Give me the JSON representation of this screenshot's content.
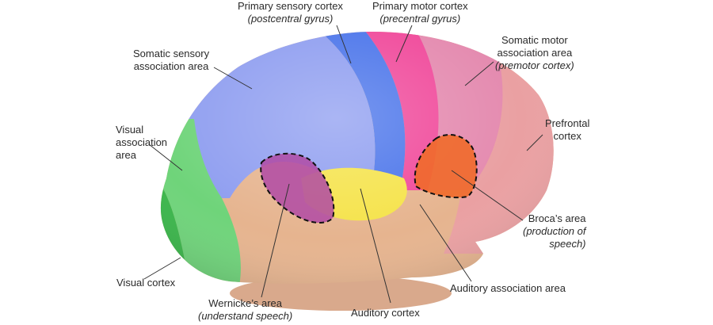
{
  "labels": {
    "primary_sensory": {
      "line1": "Primary sensory cortex",
      "line2": "(postcentral gyrus)"
    },
    "primary_motor": {
      "line1": "Primary motor cortex",
      "line2": "(precentral gyrus)"
    },
    "somatic_sensory_assoc": {
      "line1": "Somatic sensory",
      "line2": "association area"
    },
    "somatic_motor_assoc": {
      "line1": "Somatic motor",
      "line2": "association area",
      "line3": "(premotor cortex)"
    },
    "prefrontal": {
      "line1": "Prefrontal",
      "line2": "cortex"
    },
    "visual_assoc": {
      "line1": "Visual",
      "line2": "association",
      "line3": "area"
    },
    "visual_cortex": {
      "line1": "Visual cortex"
    },
    "brocas": {
      "line1": "Broca’s area",
      "line2": "(production of",
      "line3": "speech)"
    },
    "wernickes": {
      "line1": "Wernicke’s area",
      "line2": "(understand speech)"
    },
    "auditory_cortex": {
      "line1": "Auditory cortex"
    },
    "auditory_assoc": {
      "line1": "Auditory association area"
    }
  },
  "region_colors": {
    "sensory_association": "#8e9df0",
    "primary_sensory": "#4a74ea",
    "primary_motor": "#f0489a",
    "motor_association": "#e48aaf",
    "prefrontal": "#eaa0a2",
    "visual_association": "#6fd47a",
    "visual_cortex": "#3ab64a",
    "temporal": "#e6b48f",
    "auditory_cortex": "#f5e34a",
    "wernicke": "#b04aa4",
    "broca": "#f06a2a"
  }
}
